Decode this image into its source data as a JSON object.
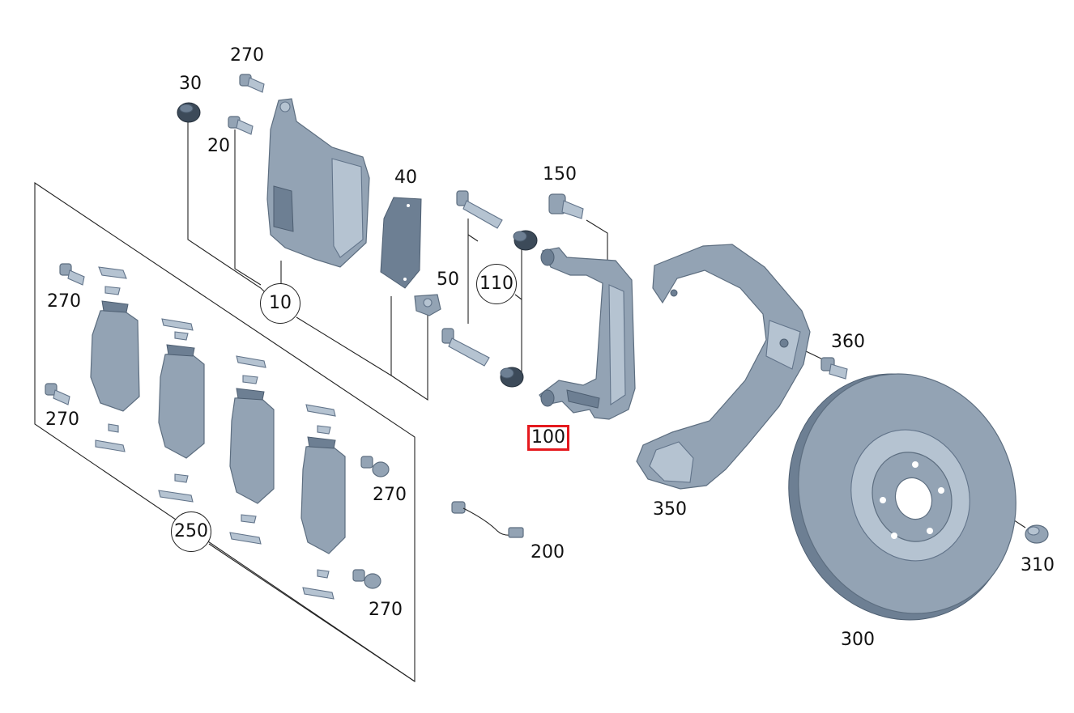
{
  "diagram": {
    "highlight_color": "#e5191e",
    "part_color": "#93a3b4",
    "callouts": {
      "c270a": "270",
      "c30": "30",
      "c20": "20",
      "c40": "40",
      "c150": "150",
      "c10": "10",
      "c50": "50",
      "c110": "110",
      "c270b": "270",
      "c270c": "270",
      "c360": "360",
      "c100": "100",
      "c350": "350",
      "c270d": "270",
      "c250": "250",
      "c200": "200",
      "c310": "310",
      "c270e": "270",
      "c300": "300"
    }
  }
}
